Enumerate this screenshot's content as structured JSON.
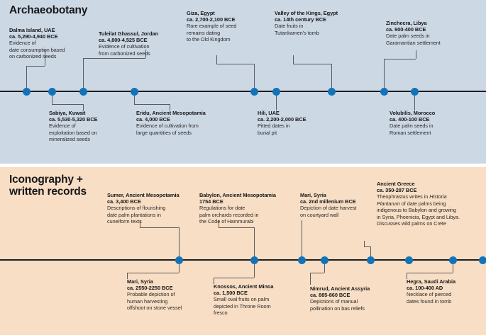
{
  "sections": [
    {
      "id": "archaeobotany",
      "title": "Archaeobotany",
      "background": "#cdd8e5",
      "axis_color": "#1d1d1f",
      "dot_color": "#1273b8",
      "entries": [
        {
          "place": "Dalma Island, UAE",
          "date": "ca. 5,290-4,940 BCE",
          "body": "Evidence of\ndate consumption based\non carbonized seeds",
          "side": "above"
        },
        {
          "place": "Sabiya, Kuwait",
          "date": "ca. 5,530-5,320 BCE",
          "body": "Evidence of\nexploitation based on\nmineralized seeds",
          "side": "below"
        },
        {
          "place": "Tuleilat Ghassul, Jordan",
          "date": "ca. 4,800-4,525 BCE",
          "body": "Evidence of cultivation\nfrom carbonized seeds",
          "side": "above"
        },
        {
          "place": "Eridu, Ancient Mesopotamia",
          "date": "ca. 4,000 BCE",
          "body": "Evidence of cultivation from\nlarge quantities of seeds",
          "side": "below"
        },
        {
          "place": "Giza, Egypt",
          "date": "ca. 2,700-2,100 BCE",
          "body": "Rare example of seed\nremains dating\nto the Old Kingdom",
          "side": "above"
        },
        {
          "place": "Hili, UAE",
          "date": "ca. 2,200-2,000 BCE",
          "body": "Pitted dates in\nburial pit",
          "side": "below"
        },
        {
          "place": "Valley of the Kings, Egypt",
          "date": "ca. 14th century BCE",
          "body": "Date fruits in\nTutankamen's tomb",
          "side": "above"
        },
        {
          "place": "Zinchecra, Libya",
          "date": "ca. 900-400 BCE",
          "body": "Date palm seeds in\nGaramantian settlement",
          "side": "above"
        },
        {
          "place": "Volubilis, Morocco",
          "date": "ca. 400-100 BCE",
          "body": "Date palm seeds in\nRoman settlement",
          "side": "below"
        }
      ]
    },
    {
      "id": "iconography",
      "title": "Iconography +\nwritten records",
      "background": "#f8dec4",
      "axis_color": "#1d1d1f",
      "dot_color": "#1273b8",
      "entries": [
        {
          "place": "Sumer, Ancient Mesopotamia",
          "date": "ca. 3,400 BCE",
          "body": "Descriptions of flourishing\ndate palm plantations in\ncuneiform texts",
          "side": "above"
        },
        {
          "place": "Mari, Syria",
          "date": "ca. 2550-2250 BCE",
          "body": "Probable depiction of\nhuman harvesting\noffshoot on stone vessel",
          "side": "below"
        },
        {
          "place": "Babylon, Ancient Mesopotamia",
          "date": "1754 BCE",
          "body": "Regulations for date\npalm orchards recorded in\nthe Code of Hammurabi",
          "side": "above"
        },
        {
          "place": "Knossos, Ancient Minoa",
          "date": "ca. 1,500 BCE",
          "body": "Small oval fruits on palm\ndepicted in Throne Room\nfresco",
          "side": "below"
        },
        {
          "place": "Mari, Syria",
          "date": "ca. 2nd millenium BCE",
          "body": "Depiction of date harvest\non courtyard wall",
          "side": "above"
        },
        {
          "place": "Nimrud, Ancient Assyria",
          "date": "ca. 885-860 BCE",
          "body": "Depictions of manual\npollination on bas reliefs",
          "side": "below"
        },
        {
          "place": "Ancient Greece",
          "date": "ca. 350-287 BCE",
          "body_html": "Theophrastus writes in <i>Historia<br>Plantarum</i> of date palms being<br>indigenous to Babylon and growing<br>in Syria, Phoenicia, Egypt and Libya.<br>Discusses wild palms on Crete",
          "side": "above"
        },
        {
          "place": "Hegra, Saudi Arabia",
          "date": "ca. 100-400 AD",
          "body": "Necklace of pierced\ndates found in tomb",
          "side": "below"
        }
      ]
    }
  ]
}
